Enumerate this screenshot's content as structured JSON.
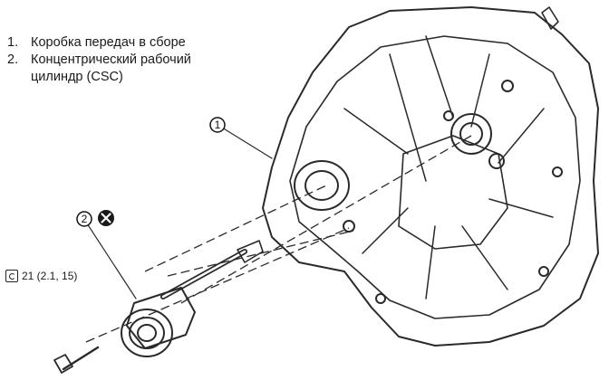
{
  "legend": {
    "items": [
      {
        "number": "1.",
        "text": "Коробка передач в сборе"
      },
      {
        "number": "2.",
        "text": "Концентрический рабочий\nцилиндр (CSC)"
      }
    ]
  },
  "callouts": {
    "transmission": "1",
    "csc": "2"
  },
  "torque": {
    "icon": "torque-wrench-icon",
    "text": "21 (2.1, 15)"
  },
  "symbols": {
    "replace_icon": "do-not-reuse-icon"
  }
}
